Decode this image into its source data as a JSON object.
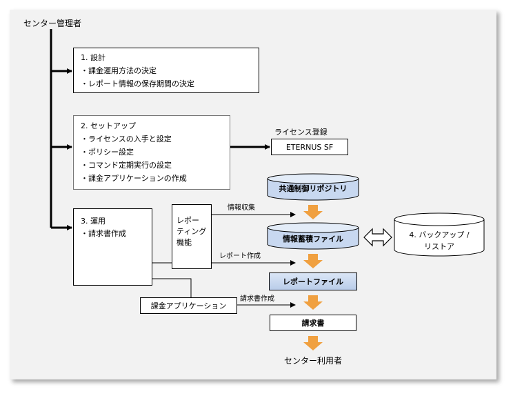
{
  "actors": {
    "admin": "センター管理者",
    "user": "センター利用者"
  },
  "steps": {
    "design": {
      "title": "1. 設計",
      "items": [
        "・課金運用方法の決定",
        "・レポート情報の保存期間の決定"
      ]
    },
    "setup": {
      "title": "2. セットアップ",
      "items": [
        "・ライセンスの入手と設定",
        "・ポリシー設定",
        "・コマンド定期実行の設定",
        "・課金アプリケーションの作成"
      ]
    },
    "operation": {
      "title": "3. 運用",
      "items": [
        "・請求書作成"
      ]
    }
  },
  "license": {
    "label": "ライセンス登録",
    "product": "ETERNUS SF"
  },
  "reporting": {
    "lines": [
      "レポー",
      "ティング",
      "機能"
    ]
  },
  "repositories": {
    "shared": "共通制御リポジトリ",
    "accumulated": "情報蓄積ファイル",
    "report_file": "レポートファイル",
    "invoice": "請求書"
  },
  "backup": {
    "lines": [
      "4. バックアップ /",
      "リストア"
    ]
  },
  "billing_app": "課金アプリケーション",
  "flow_labels": {
    "collect": "情報収集",
    "report": "レポート作成",
    "invoice": "請求書作成"
  },
  "colors": {
    "arrow_orange": "#f0a040",
    "repo_fill": "#c8d8f0",
    "background": "#f2f2f2"
  }
}
